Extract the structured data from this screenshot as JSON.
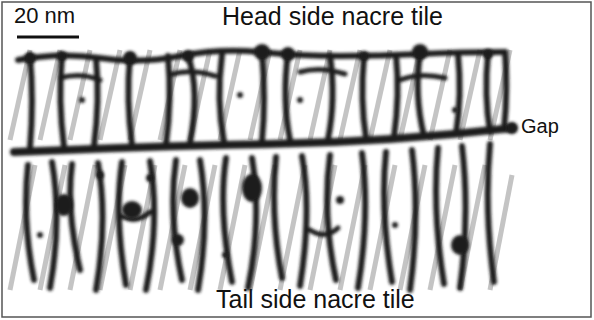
{
  "diagram": {
    "labels": [
      "20 nm",
      "Head side nacre tile",
      "Gap",
      "Tail side nacre tile"
    ]
  }
}
